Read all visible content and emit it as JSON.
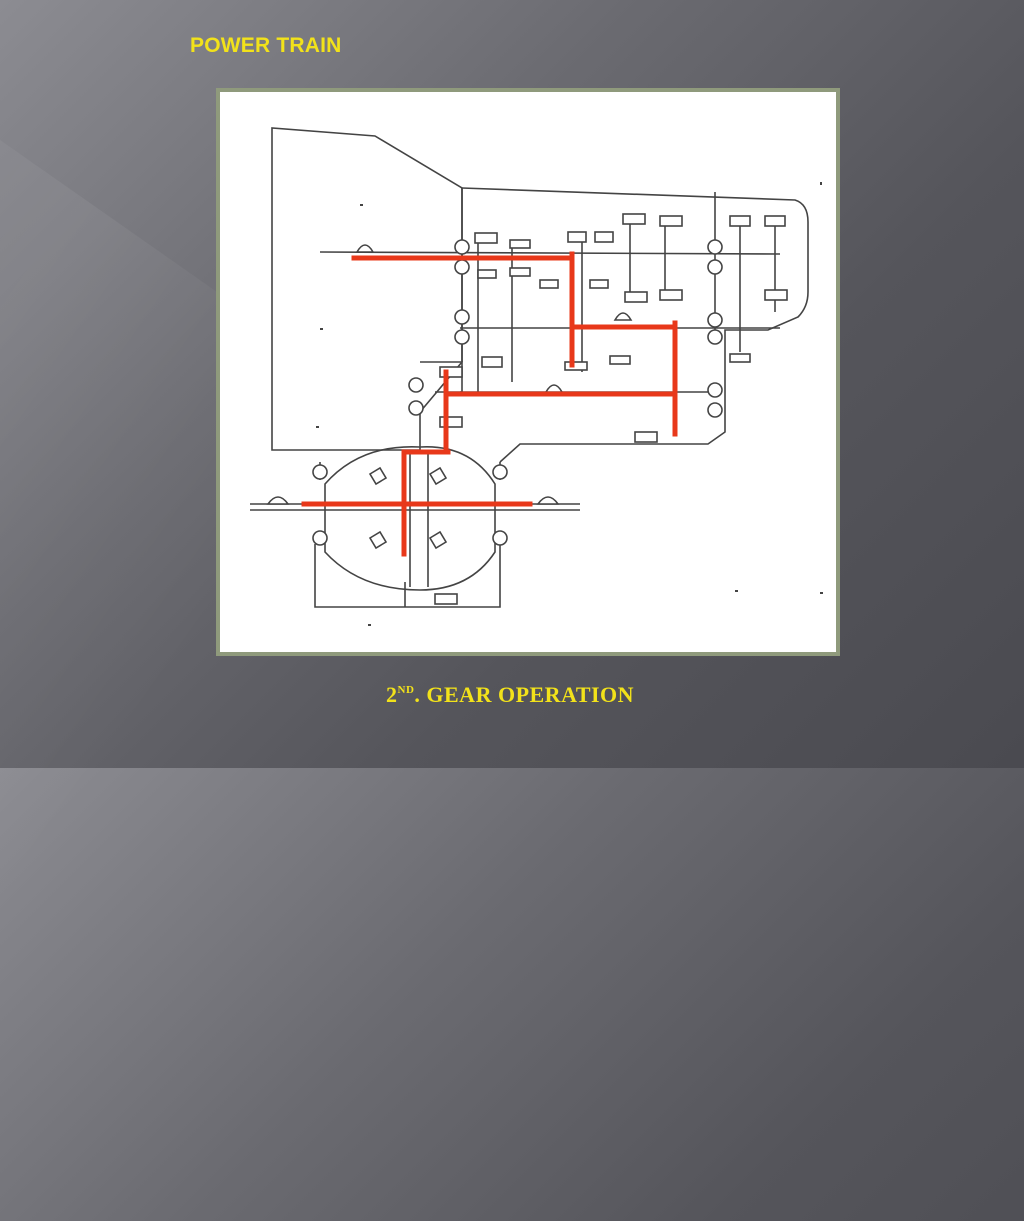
{
  "slide": {
    "title": "POWER TRAIN",
    "caption_number": "2",
    "caption_superscript": "ND",
    "caption_text": ". GEAR OPERATION"
  },
  "diagram": {
    "subject": "transmission gear train schematic",
    "power_flow_color": "#e8381a",
    "line_color": "#444444"
  },
  "colors": {
    "title": "#f2e21a",
    "frame": "#8f9a7c",
    "canvas": "#ffffff"
  }
}
